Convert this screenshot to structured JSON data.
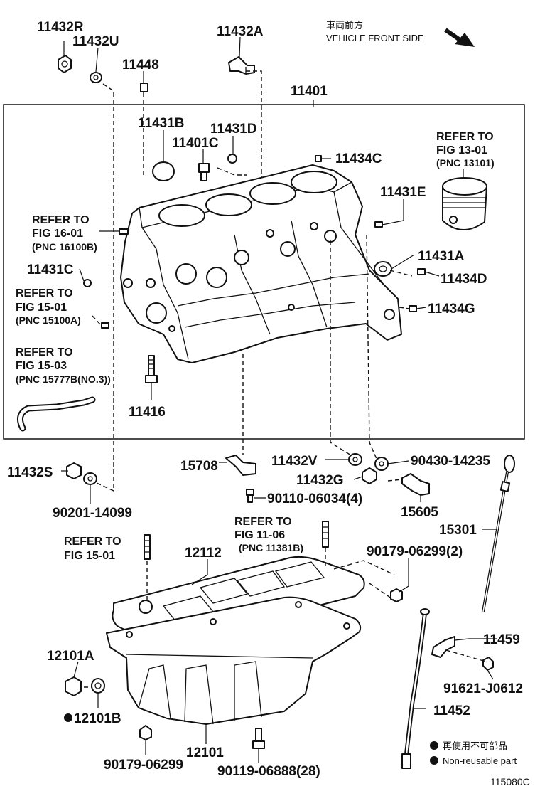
{
  "header": {
    "front_jp": "車両前方",
    "front_en": "VEHICLE FRONT SIDE"
  },
  "parts": {
    "p11432R": "11432R",
    "p11432U": "11432U",
    "p11448": "11448",
    "p11432A": "11432A",
    "p11401": "11401",
    "p11431B": "11431B",
    "p11431D": "11431D",
    "p11401C": "11401C",
    "p11434C": "11434C",
    "p11431E": "11431E",
    "p11431C": "11431C",
    "p11431A": "11431A",
    "p11434D": "11434D",
    "p11434G": "11434G",
    "p11416": "11416",
    "p11432S": "11432S",
    "p90201": "90201-14099",
    "p15708": "15708",
    "p11432V": "11432V",
    "p11432G": "11432G",
    "p90430": "90430-14235",
    "p90110": "90110-06034(4)",
    "p15605": "15605",
    "p15301": "15301",
    "p12112": "12112",
    "p90179a": "90179-06299(2)",
    "p12101A": "12101A",
    "p12101B": "12101B",
    "p11459": "11459",
    "p91621": "91621-J0612",
    "p11452": "11452",
    "p90179b": "90179-06299",
    "p12101": "12101",
    "p90119": "90119-06888(28)"
  },
  "refs": {
    "r1301": {
      "l1": "REFER TO",
      "l2": "FIG 13-01",
      "l3": "(PNC 13101)"
    },
    "r1601": {
      "l1": "REFER TO",
      "l2": "FIG 16-01",
      "l3": "(PNC 16100B)"
    },
    "r1501": {
      "l1": "REFER TO",
      "l2": "FIG 15-01",
      "l3": "(PNC 15100A)"
    },
    "r1503": {
      "l1": "REFER TO",
      "l2": "FIG 15-03",
      "l3": "(PNC 15777B(NO.3))"
    },
    "r1501b": {
      "l1": "REFER TO",
      "l2": "FIG 15-01"
    },
    "r1106": {
      "l1": "REFER TO",
      "l2": "FIG 11-06",
      "l3": "(PNC 11381B)"
    }
  },
  "legend": {
    "jp": "再使用不可部品",
    "en": "Non-reusable part"
  },
  "footer": {
    "code": "115080C"
  }
}
